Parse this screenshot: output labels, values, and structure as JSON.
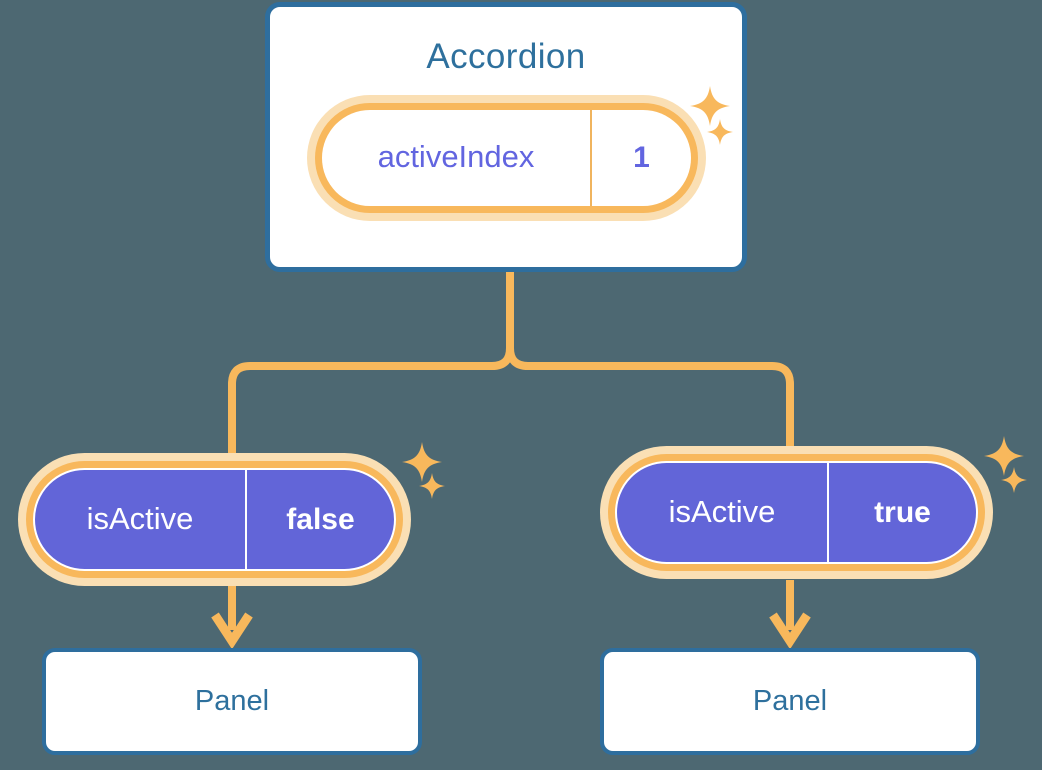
{
  "theme": {
    "background": "#4d6872",
    "card_border": "#2e6e9e",
    "card_text": "#2e709d",
    "accent_orange": "#f8b85c",
    "accent_orange_soft": "#fadfb4",
    "value_purple": "#6265e0",
    "pill_fill_purple": "#6265d8",
    "card_fill": "#ffffff"
  },
  "diagram": {
    "type": "component-tree",
    "root": {
      "name": "root-component",
      "title": "Accordion",
      "badge": {
        "key": "activeIndex",
        "value": "1",
        "style": "light"
      },
      "sparkle_large": "sparkle-icon",
      "sparkle_small": "sparkle-icon"
    },
    "branches": [
      {
        "name": "branch-left",
        "badge": {
          "key": "isActive",
          "value": "false",
          "style": "solid"
        },
        "child": {
          "title": "Panel"
        }
      },
      {
        "name": "branch-right",
        "badge": {
          "key": "isActive",
          "value": "true",
          "style": "solid"
        },
        "child": {
          "title": "Panel"
        }
      }
    ]
  }
}
